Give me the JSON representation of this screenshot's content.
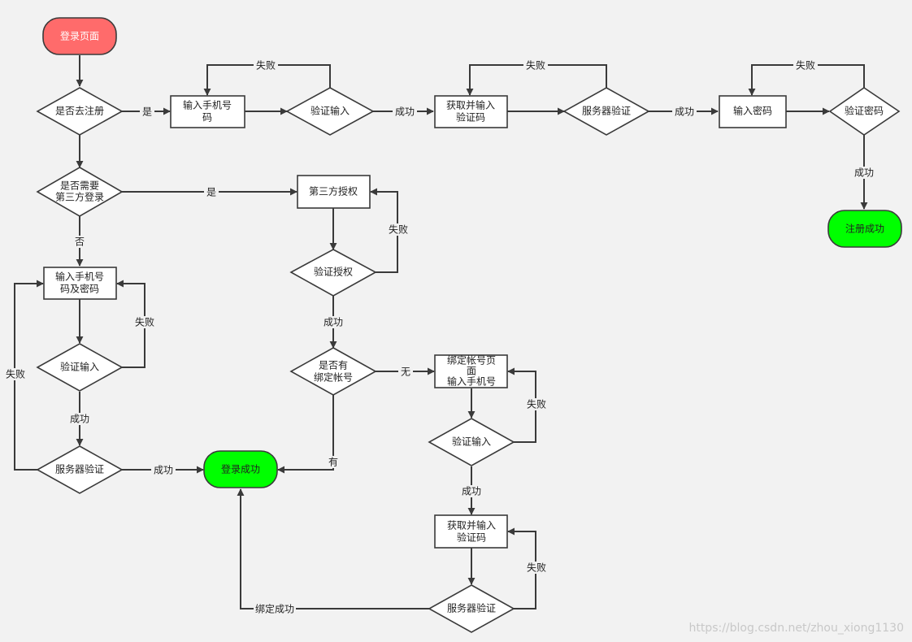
{
  "colors": {
    "start": "#ff6b6b",
    "success": "#00ff00",
    "line": "#3a3a3a",
    "background": "#f2f2f2"
  },
  "nodes": {
    "login_page": "登录页面",
    "q_register": "是否去注册",
    "reg_phone": [
      "输入手机号",
      "码"
    ],
    "reg_verify_input": "验证输入",
    "reg_get_code": [
      "获取并输入",
      "验证码"
    ],
    "reg_server_verify": "服务器验证",
    "reg_password": "输入密码",
    "reg_verify_password": "验证密码",
    "reg_success": "注册成功",
    "q_third_party": [
      "是否需要",
      "第三方登录"
    ],
    "third_auth": "第三方授权",
    "verify_auth": "验证授权",
    "q_bound_account": [
      "是否有",
      "绑定帐号"
    ],
    "bind_page": [
      "绑定帐号页",
      "面",
      "输入手机号"
    ],
    "bind_verify_input": "验证输入",
    "bind_get_code": [
      "获取并输入",
      "验证码"
    ],
    "bind_server_verify": "服务器验证",
    "login_phone_pwd": [
      "输入手机号",
      "码及密码"
    ],
    "login_verify_input": "验证输入",
    "login_server_verify": "服务器验证",
    "login_success": "登录成功"
  },
  "edge_labels": {
    "yes_register": "是",
    "fail_reg_phone": "失败",
    "success_reg_verify": "成功",
    "fail_reg_code": "失败",
    "success_reg_server": "成功",
    "fail_reg_password": "失败",
    "success_reg_password": "成功",
    "yes_third": "是",
    "no_third": "否",
    "fail_auth": "失败",
    "success_auth": "成功",
    "none_bound": "无",
    "has_bound": "有",
    "fail_bind_verify": "失败",
    "success_bind_verify": "成功",
    "fail_bind_server": "失败",
    "bind_success": "绑定成功",
    "fail_login_verify": "失败",
    "success_login_verify": "成功",
    "fail_login_server": "失败",
    "success_login_server": "成功"
  },
  "watermark": "https://blog.csdn.net/zhou_xiong1130"
}
